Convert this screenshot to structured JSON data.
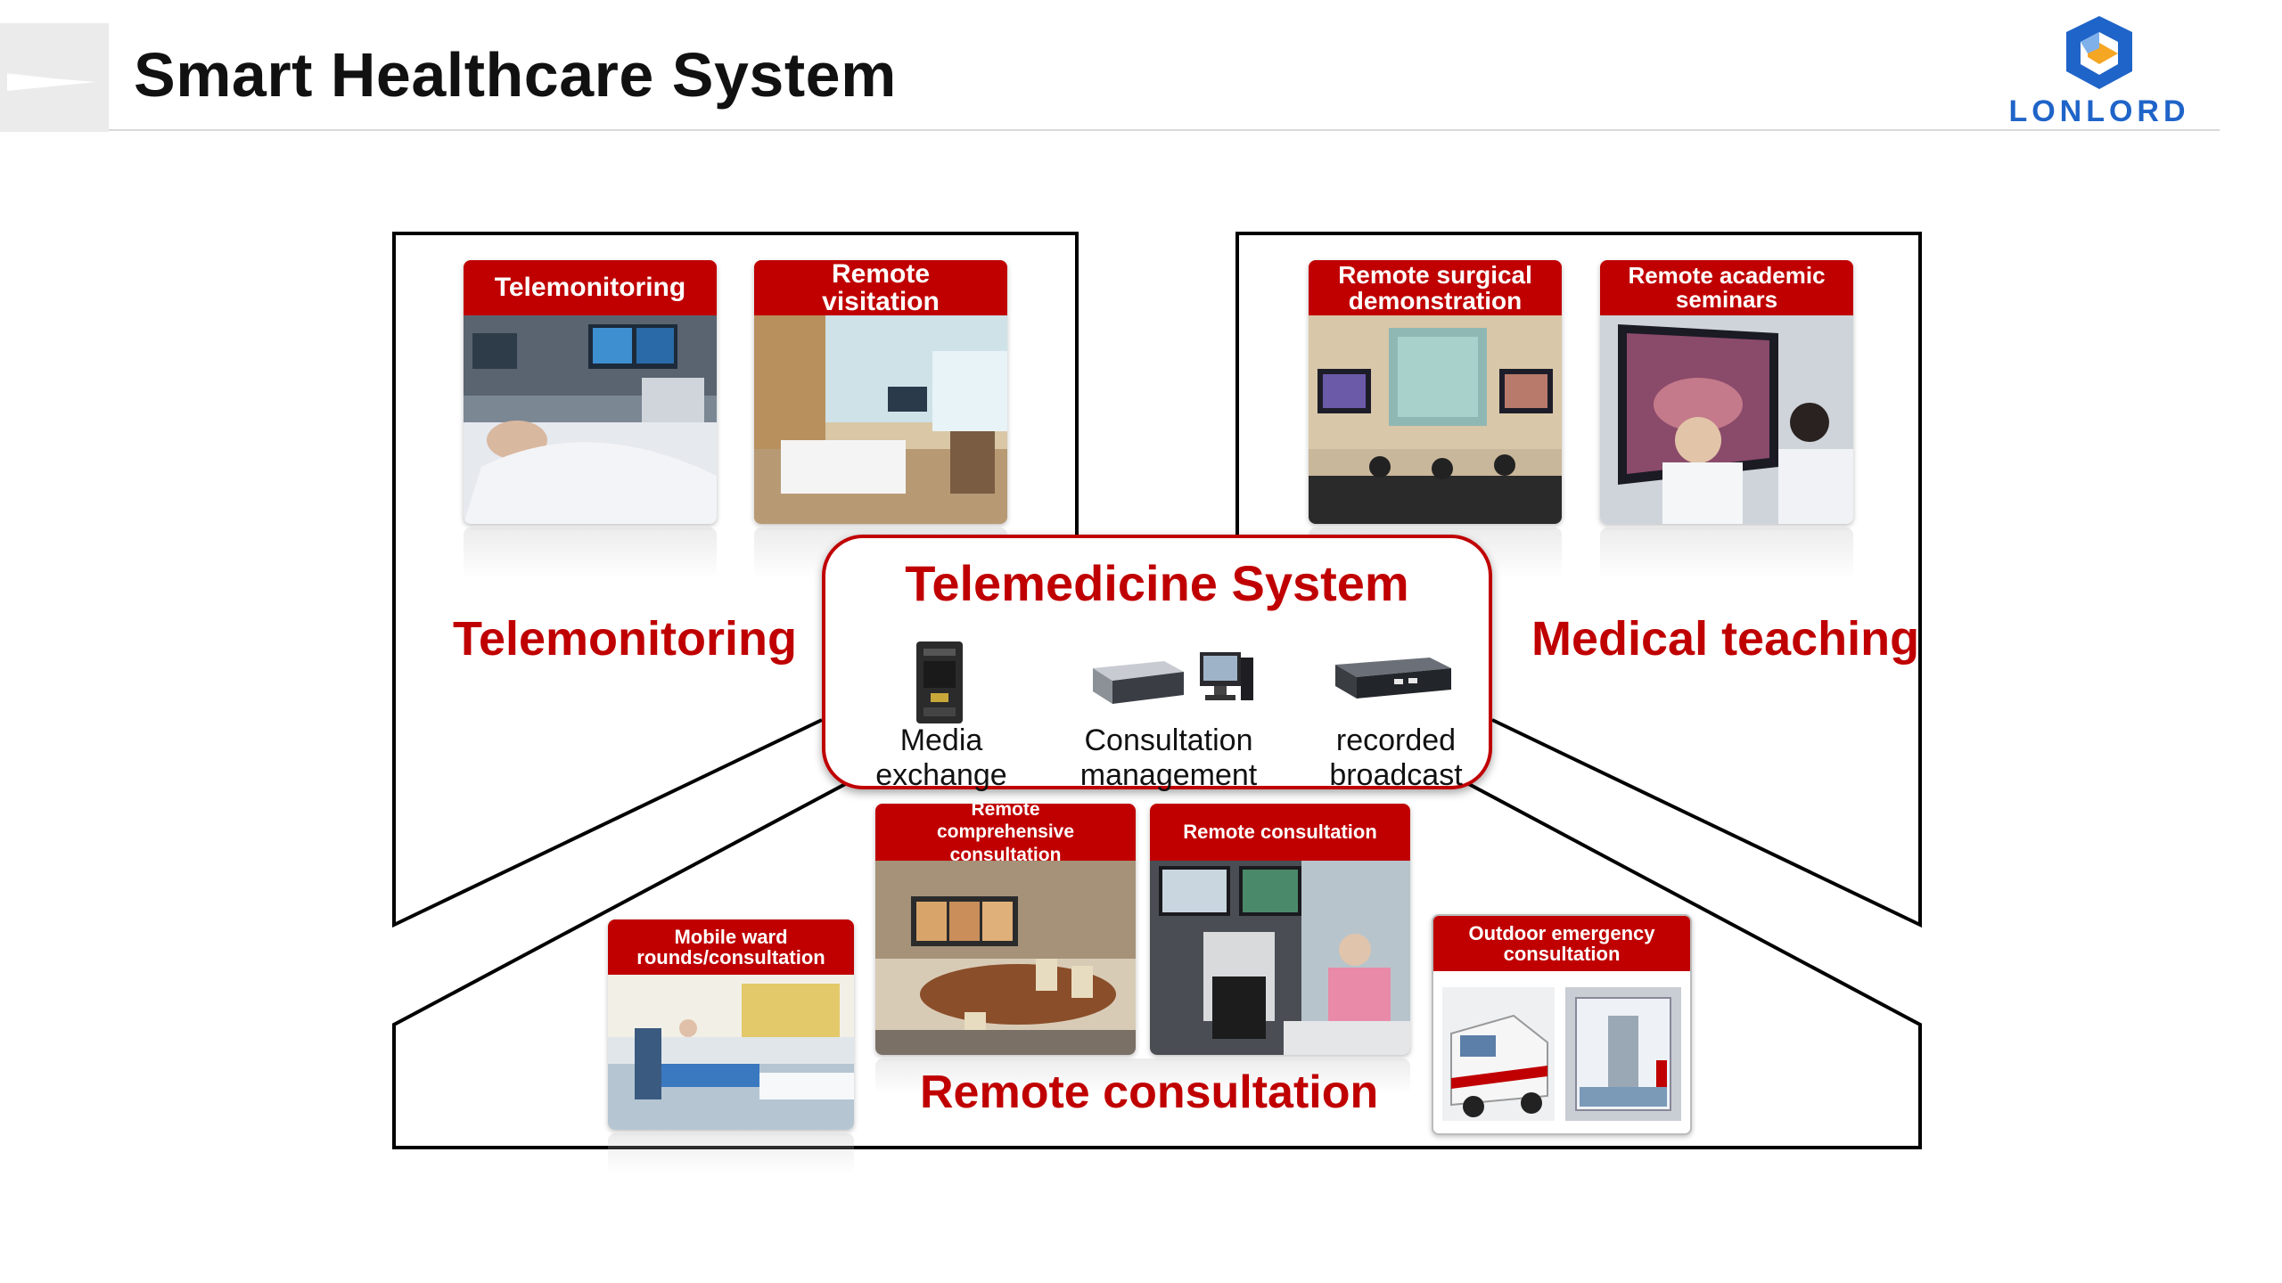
{
  "header": {
    "title": "Smart Healthcare System",
    "logo_text": "LONLORD",
    "logo_color": "#1f64c8"
  },
  "colors": {
    "accent": "#c00000",
    "frame": "#000000"
  },
  "center": {
    "title": "Telemedicine System",
    "devices": [
      {
        "icon": "media-server-icon",
        "line1": "Media",
        "line2": "exchange"
      },
      {
        "icon": "server-computer-icon",
        "line1": "Consultation",
        "line2": "management"
      },
      {
        "icon": "recorder-box-icon",
        "line1": "recorded",
        "line2": "broadcast"
      }
    ]
  },
  "sections": {
    "telemonitoring": {
      "label": "Telemonitoring",
      "cards": [
        {
          "title": "Telemonitoring",
          "photo": "icu-bed-photo"
        },
        {
          "title_line1": "Remote",
          "title_line2": "visitation",
          "photo": "hospital-room-photo"
        }
      ]
    },
    "teaching": {
      "label": "Medical teaching",
      "cards": [
        {
          "title_line1": "Remote surgical",
          "title_line2": "demonstration",
          "photo": "lecture-hall-photo"
        },
        {
          "title_line1": "Remote academic",
          "title_line2": "seminars",
          "photo": "doctors-screen-photo"
        }
      ]
    },
    "consultation": {
      "label": "Remote consultation",
      "cards": [
        {
          "title_line1": "Mobile ward",
          "title_line2": "rounds/consultation",
          "photo": "ward-photo"
        },
        {
          "title_line1": "Remote",
          "title_line2": "comprehensive",
          "title_line3": "consultation",
          "photo": "meeting-room-photo"
        },
        {
          "title": "Remote consultation",
          "photo": "consultation-cart-photo"
        },
        {
          "title_line1": "Outdoor emergency",
          "title_line2": "consultation",
          "photo": "ambulance-photo"
        }
      ]
    }
  }
}
